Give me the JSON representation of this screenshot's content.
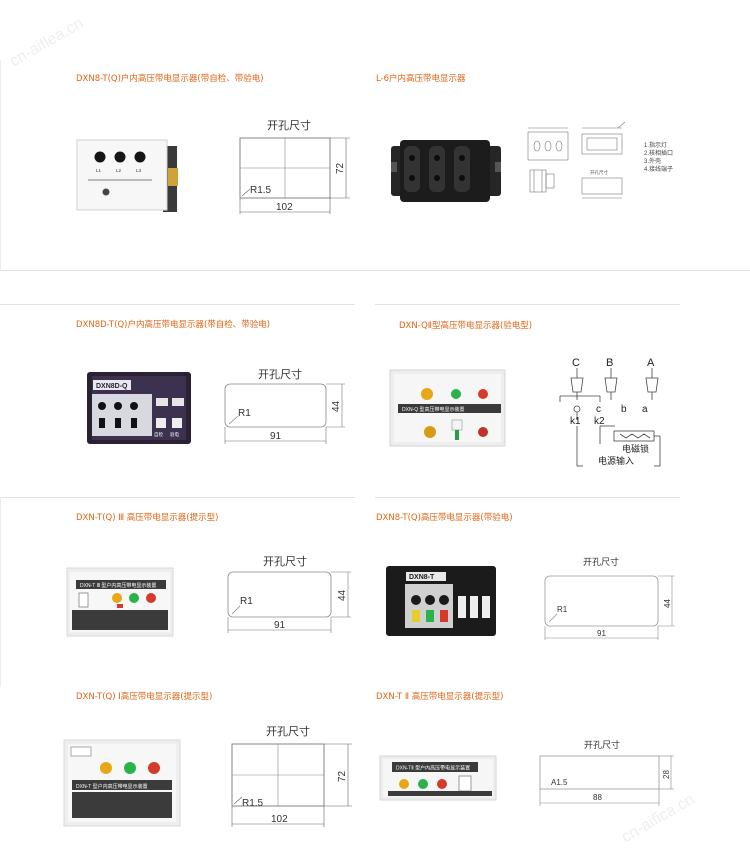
{
  "watermark": {
    "top_left": "cn-aiflea.cn",
    "bottom_right": "cn-aifica.cn"
  },
  "items": [
    {
      "title": "DXN8-T(Q)户内高压带电显示器(带自检、带验电)",
      "device": {
        "labels": [
          "L1",
          "L2",
          "L3"
        ]
      },
      "cutout": {
        "title": "开孔尺寸",
        "width": "102",
        "height": "72",
        "radius": "R1.5"
      }
    },
    {
      "title": "L-6户内高压带电显示器",
      "legend": [
        "1.指示灯",
        "2.核相插口",
        "3.外壳",
        "4.接线端子"
      ],
      "drawing_note": "开孔尺寸"
    },
    {
      "title": "DXN8D-T(Q)户内高压带电显示器(带自检、带验电)",
      "device": {
        "brand": "DXN8D-Q",
        "buttons": [
          "自检",
          "验电"
        ]
      },
      "cutout": {
        "title": "开孔尺寸",
        "width": "91",
        "height": "44",
        "radius": "R1"
      }
    },
    {
      "title": "DXN-QⅡ型高压带电显示器(验电型)",
      "device": {
        "caption": "DXN-Q 型高压带电显示装置"
      },
      "circuit": {
        "phases": [
          "C",
          "B",
          "A"
        ],
        "low_labels": [
          "c",
          "b",
          "a"
        ],
        "k_labels": [
          "k1",
          "k2"
        ],
        "lock_label": "电磁锁",
        "power_label": "电源输入"
      }
    },
    {
      "title": "DXN-T(Q) Ⅲ 高压带电显示器(提示型)",
      "device": {
        "caption": "DXN-T Ⅲ 型户内高压带电显示装置"
      },
      "cutout": {
        "title": "开孔尺寸",
        "width": "91",
        "height": "44",
        "radius": "R1"
      }
    },
    {
      "title": "DXN8-T(Q)高压带电显示器(带验电)",
      "device": {
        "brand": "DXN8-T"
      },
      "cutout": {
        "title": "开孔尺寸",
        "width": "91",
        "height": "44",
        "radius": "R1"
      }
    },
    {
      "title": "DXN-T(Q) Ⅰ高压带电显示器(提示型)",
      "device": {
        "caption": "DXN-T 型户内高压带电显示装置"
      },
      "cutout": {
        "title": "开孔尺寸",
        "width": "102",
        "height": "72",
        "radius": "R1.5"
      }
    },
    {
      "title": "DXN-T Ⅱ 高压带电显示器(提示型)",
      "device": {
        "caption": "DXN-TⅡ 型户内高压带电显示装置"
      },
      "cutout": {
        "title": "开孔尺寸",
        "width": "88",
        "height": "28",
        "radius": "A1.5"
      }
    }
  ]
}
